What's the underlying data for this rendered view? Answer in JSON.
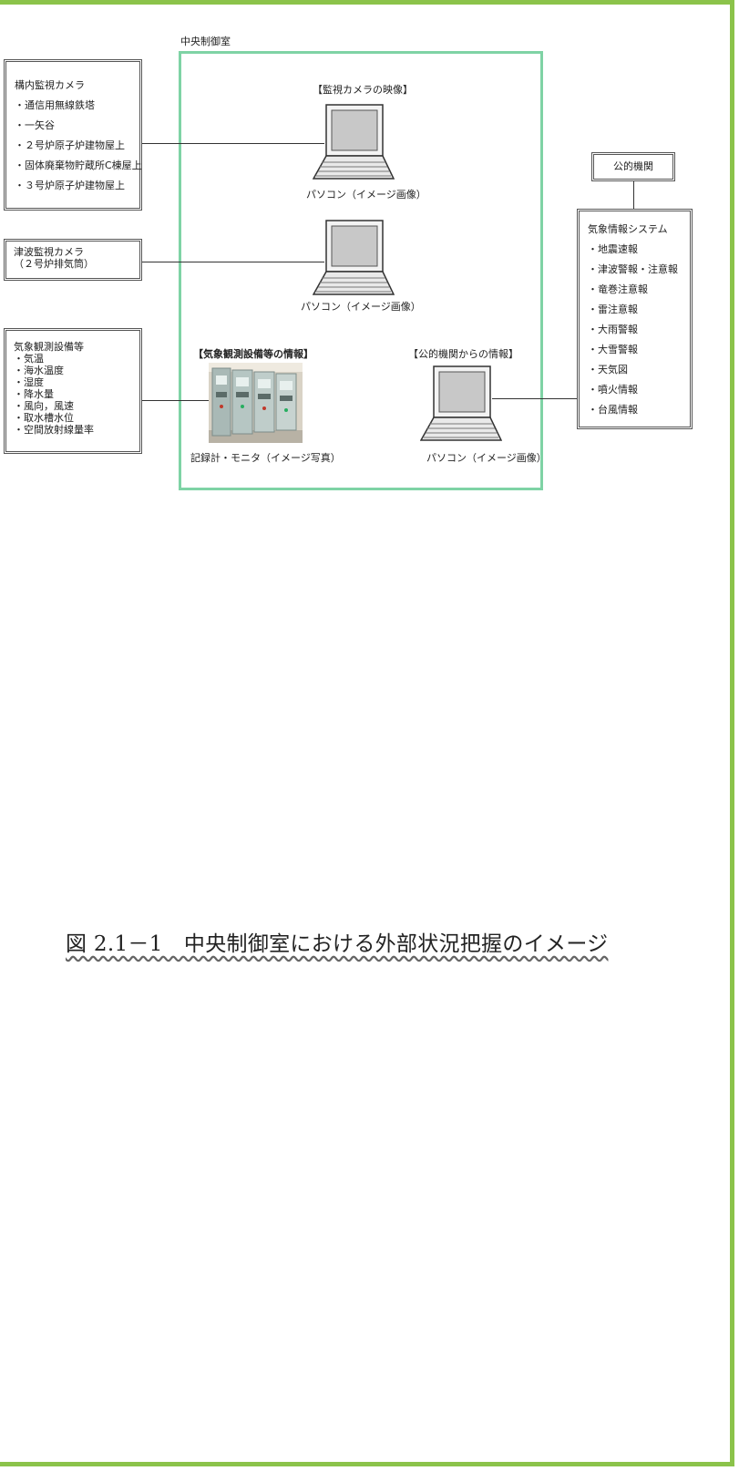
{
  "control_room": {
    "title": "中央制御室"
  },
  "camera_section": {
    "heading": "【監視カメラの映像】",
    "pc_label": "パソコン（イメージ画像）"
  },
  "tsunami_section": {
    "pc_label": "パソコン（イメージ画像）"
  },
  "weather_section": {
    "heading": "【気象観測設備等の情報】",
    "photo_label": "記録計・モニタ（イメージ写真）"
  },
  "public_section": {
    "heading": "【公的機関からの情報】",
    "pc_label": "パソコン（イメージ画像）"
  },
  "box_onsite_camera": {
    "title": "構内監視カメラ",
    "items": [
      "・通信用無線鉄塔",
      "・一矢谷",
      "・２号炉原子炉建物屋上",
      "・固体廃棄物貯蔵所C棟屋上",
      "・３号炉原子炉建物屋上"
    ]
  },
  "box_tsunami_camera": {
    "lines": [
      "津波監視カメラ",
      "（２号炉排気筒）"
    ]
  },
  "box_weather": {
    "title": "気象観測設備等",
    "items": [
      "・気温",
      "・海水温度",
      "・湿度",
      "・降水量",
      "・風向，風速",
      "・取水槽水位",
      "・空間放射線量率"
    ]
  },
  "box_public_agency": {
    "title": "公的機関"
  },
  "box_weather_system": {
    "title": "気象情報システム",
    "items": [
      "・地震速報",
      "・津波警報・注意報",
      "・竜巻注意報",
      "・雷注意報",
      "・大雨警報",
      "・大雪警報",
      "・天気図",
      "・噴火情報",
      "・台風情報"
    ]
  },
  "caption": "図 2.1－1　中央制御室における外部状況把握のイメージ",
  "colors": {
    "frame": "#8bc34a",
    "control_room_border": "#7fd3a5"
  }
}
